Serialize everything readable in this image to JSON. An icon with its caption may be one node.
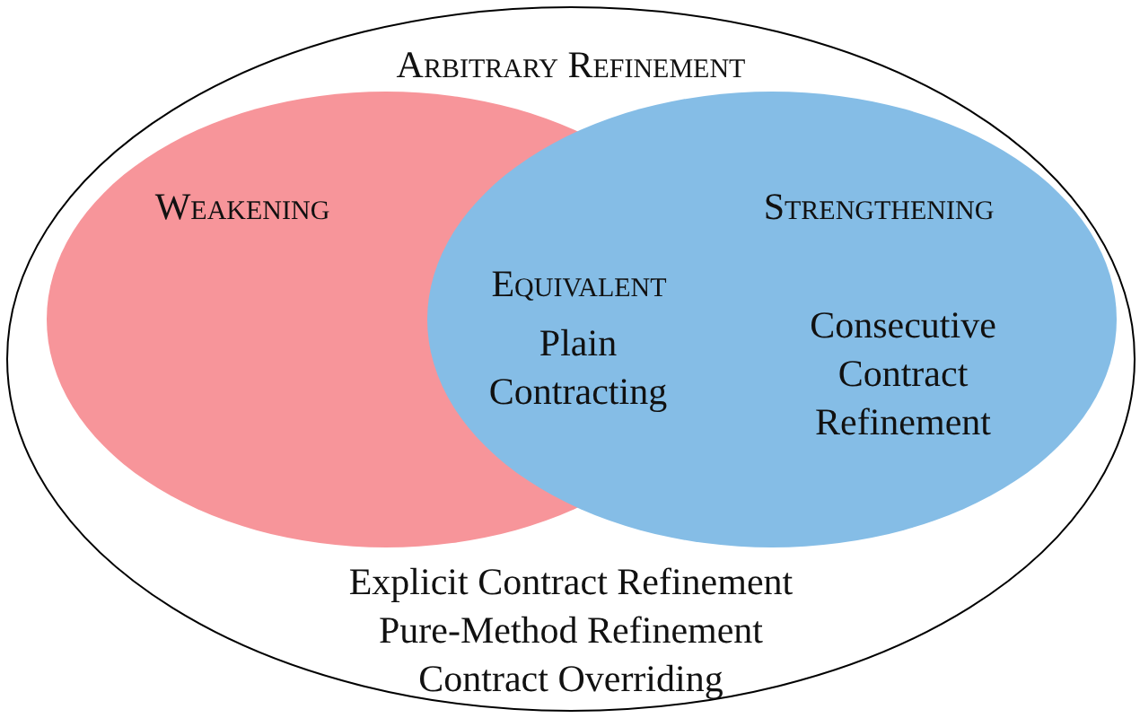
{
  "diagram": {
    "nodes": [
      {
        "text": [
          "Arbitrary Refinement",
          "Explicit Contract Refinement",
          "Pure-Method Refinement",
          "Contract Overriding"
        ]
      },
      {
        "text": [
          "Weakening"
        ],
        "in": 0
      },
      {
        "text": [
          "Strengthening",
          "Consecutive Contract Refinement"
        ],
        "in": 0
      },
      {
        "text": [
          "Equivalent",
          "Plain Contracting"
        ]
      }
    ]
  }
}
